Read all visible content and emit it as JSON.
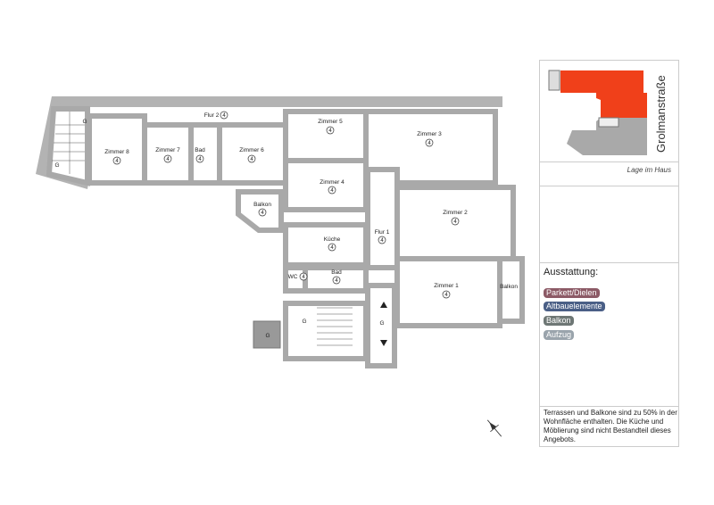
{
  "rooms": {
    "zimmer8": {
      "label": "Zimmer 8",
      "num": "4"
    },
    "zimmer7": {
      "label": "Zimmer 7",
      "num": "4"
    },
    "bad2": {
      "label": "Bad",
      "num": "4"
    },
    "zimmer6": {
      "label": "Zimmer 6",
      "num": "4"
    },
    "flur2": {
      "label": "Flur 2",
      "num": "4"
    },
    "zimmer5": {
      "label": "Zimmer 5",
      "num": "4"
    },
    "zimmer3": {
      "label": "Zimmer 3",
      "num": "4"
    },
    "zimmer4": {
      "label": "Zimmer 4",
      "num": "4"
    },
    "balkon1": {
      "label": "Balkon",
      "num": "4"
    },
    "flur1": {
      "label": "Flur 1",
      "num": "4"
    },
    "zimmer2": {
      "label": "Zimmer 2",
      "num": "4"
    },
    "kueche": {
      "label": "Küche",
      "num": "4"
    },
    "wc": {
      "label": "WC",
      "num": "4"
    },
    "bad1": {
      "label": "Bad",
      "num": "4"
    },
    "zimmer1": {
      "label": "Zimmer 1",
      "num": "4"
    },
    "balkon2": {
      "label": "Balkon"
    },
    "g_labels": [
      "G",
      "G",
      "G",
      "G",
      "G"
    ]
  },
  "panel": {
    "street": "Grolmanstraße",
    "lage": "Lage im Haus",
    "ausstattung_title": "Ausstattung:",
    "tags": [
      {
        "label": "Parkett/Dielen",
        "color": "#8c5a66"
      },
      {
        "label": "Altbauelemente",
        "color": "#4a5f86"
      },
      {
        "label": "Balkon",
        "color": "#6e7775"
      },
      {
        "label": "Aufzug",
        "color": "#9aa4ac"
      }
    ],
    "note": "Terrassen und Balkone sind zu 50% in der Wohnfläche enthalten. Die Küche und Möblierung sind nicht Bestandteil dieses Angebots.",
    "highlight_color": "#f0401a"
  }
}
